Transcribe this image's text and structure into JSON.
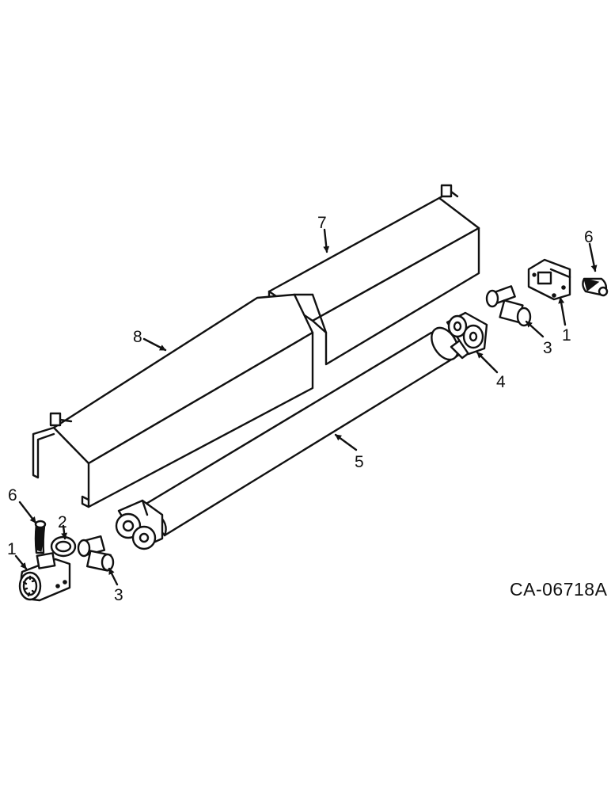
{
  "drawing_code": "CA-06718A",
  "callouts": [
    {
      "id": "c1-left",
      "text": "1"
    },
    {
      "id": "c1-right",
      "text": "1"
    },
    {
      "id": "c2",
      "text": "2"
    },
    {
      "id": "c3-left",
      "text": "3"
    },
    {
      "id": "c3-right",
      "text": "3"
    },
    {
      "id": "c4",
      "text": "4"
    },
    {
      "id": "c5",
      "text": "5"
    },
    {
      "id": "c6-left",
      "text": "6"
    },
    {
      "id": "c6-right",
      "text": "6"
    },
    {
      "id": "c7",
      "text": "7"
    },
    {
      "id": "c8",
      "text": "8"
    }
  ]
}
